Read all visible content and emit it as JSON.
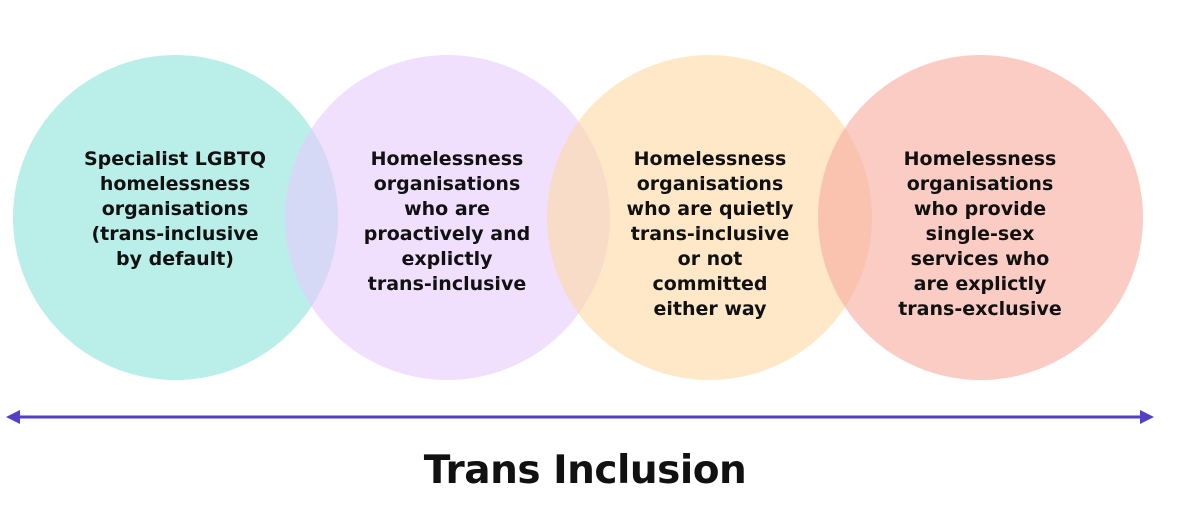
{
  "circles": [
    {
      "label": "Specialist LGBTQ\nhomelessness\norganisations\n(trans-inclusive\nby default)",
      "color": "#90e3dc"
    },
    {
      "label": "Homelessness\norganisations\nwho are\nproactively and\nexplictly\ntrans-inclusive",
      "color": "#e6ccfb"
    },
    {
      "label": "Homelessness\norganisations\nwho are quietly\ntrans-inclusive\nor not\ncommitted\neither way",
      "color": "#ffdaa6"
    },
    {
      "label": "Homelessness\norganisations\nwho provide\nsingle-sex\nservices who\nare explictly\ntrans-exclusive",
      "color": "#f7ad9f"
    }
  ],
  "axis": {
    "title": "Trans Inclusion",
    "arrow_color": "#5240c6",
    "direction": "bidirectional"
  }
}
